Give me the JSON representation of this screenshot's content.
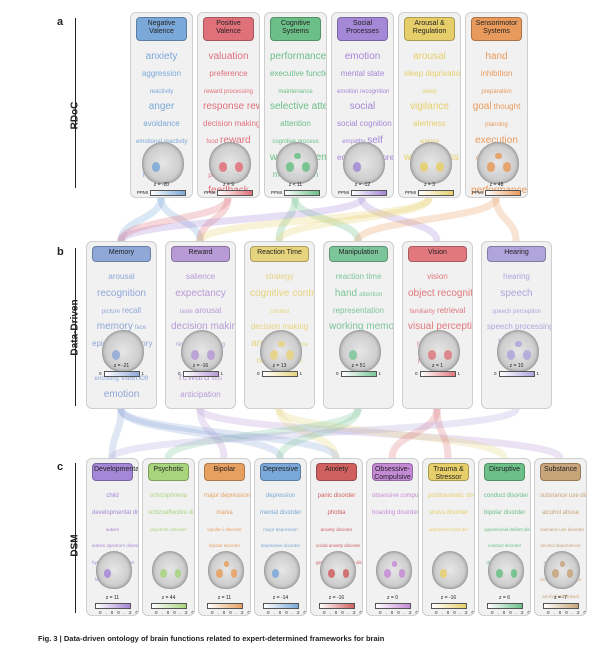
{
  "panels": {
    "a": "a",
    "b": "b",
    "c": "c"
  },
  "rows": {
    "a": "RDoC",
    "b": "Data-Driven",
    "c": "DSM"
  },
  "rdoc": [
    {
      "title": "Negative\nValence",
      "color": "#7aa8d8",
      "words": [
        "anxiety",
        "aggression",
        "reactivity",
        "anger",
        "avoidance",
        "emotional reactivity",
        "threat",
        "rumination"
      ],
      "z": "z = -20",
      "ppmi": "PPMI",
      "ticks": [
        "0.0",
        "0.3",
        "0.6"
      ]
    },
    {
      "title": "Positive\nValence",
      "color": "#e0707a",
      "words": [
        "valuation",
        "preference",
        "reward processing",
        "response reward",
        "decision making",
        "food",
        "reward",
        "avoidance",
        "prediction error",
        "feedback",
        "anticipation"
      ],
      "z": "z = 9",
      "ppmi": "PPMI",
      "ticks": [
        "0.0",
        "0.3",
        "0.6"
      ]
    },
    {
      "title": "Cognitive\nSystems",
      "color": "#6cbf88",
      "words": [
        "performance",
        "executive function",
        "maintenance",
        "selective attention",
        "attention",
        "cognitive process",
        "working memory",
        "manipulation"
      ],
      "z": "z < 11",
      "ppmi": "PPMI",
      "ticks": [
        "0.0",
        "0.3",
        "0.6"
      ]
    },
    {
      "title": "Social\nProcesses",
      "color": "#a487d6",
      "words": [
        "emotion",
        "mental state",
        "emotion recognition",
        "social",
        "social cognition",
        "empathy",
        "self",
        "emotional expression"
      ],
      "z": "z = -12",
      "ppmi": "PPMI",
      "ticks": [
        "0.0",
        "0.3",
        "0.6"
      ]
    },
    {
      "title": "Arousal &\nRegulation",
      "color": "#e6cf6a",
      "words": [
        "arousal",
        "sleep deprivation",
        "sleep",
        "vigilance",
        "alertness",
        "waking",
        "wakefulness"
      ],
      "z": "z = 3",
      "ppmi": "PPMI",
      "ticks": [
        "0.0",
        "0.3",
        "0.6"
      ]
    },
    {
      "title": "Sensorimotor\nSystems",
      "color": "#e89a5c",
      "words": [
        "hand",
        "inhibition",
        "preparation",
        "goal",
        "thought",
        "planning",
        "execution",
        "observation",
        "motor",
        "performance",
        "motor control"
      ],
      "z": "z = 48",
      "ppmi": "PPMI",
      "ticks": [
        "0.0",
        "0.3",
        "0.6"
      ]
    }
  ],
  "dd": [
    {
      "title": "Memory",
      "color": "#8fa8d8",
      "words": [
        "arousal",
        "recognition",
        "picture",
        "recall",
        "memory",
        "face",
        "episodic memory",
        "retrieval",
        "encoding",
        "valence",
        "emotion"
      ],
      "z": "z = -21",
      "ticks": [
        "0",
        "1"
      ]
    },
    {
      "title": "Reward",
      "color": "#b79ad6",
      "words": [
        "salience",
        "expectancy",
        "taste",
        "arousal",
        "decision making",
        "reward processing",
        "addiction",
        "reward",
        "loss",
        "anticipation"
      ],
      "z": "z = -16",
      "ticks": [
        "0",
        "1"
      ]
    },
    {
      "title": "Reaction Time",
      "color": "#e6d47e",
      "words": [
        "strategy",
        "cognitive control",
        "context",
        "decision making",
        "arousal",
        "salience",
        "reaction time"
      ],
      "z": "z = 13",
      "ticks": [
        "0",
        "1"
      ]
    },
    {
      "title": "Manipulation",
      "color": "#7cc59a",
      "words": [
        "reaction time",
        "hand",
        "attention",
        "representation",
        "working memory",
        "manipulation",
        "strategy"
      ],
      "z": "z = 51",
      "ticks": [
        "0",
        "1"
      ]
    },
    {
      "title": "Vision",
      "color": "#e0787e",
      "words": [
        "vision",
        "object recognition",
        "familiarity",
        "retrieval",
        "visual perception",
        "face perception",
        "recognition"
      ],
      "z": "z = 1",
      "ticks": [
        "0",
        "1"
      ]
    },
    {
      "title": "Hearing",
      "color": "#b0a4dc",
      "words": [
        "hearing",
        "speech",
        "speech perception",
        "speech processing",
        "listening"
      ],
      "z": "z = 10",
      "ticks": [
        "0",
        "1"
      ]
    }
  ],
  "dsm": [
    {
      "title": "Developmental",
      "color": "#a487d6",
      "words": [
        "child",
        "developmental disorder",
        "autism",
        "autism spectrum disorder",
        "hyperactivity disorder",
        "learning disability"
      ],
      "z": "z = 11",
      "ticks": [
        "0.0",
        "0.2",
        "0.4"
      ]
    },
    {
      "title": "Psychotic",
      "color": "#a8d47e",
      "words": [
        "schizophrenia",
        "schizoaffective disorder",
        "psychotic disorder"
      ],
      "z": "z = 44",
      "ticks": [
        "0.0",
        "0.2",
        "0.4"
      ]
    },
    {
      "title": "Bipolar",
      "color": "#e8a060",
      "words": [
        "major depression",
        "mania",
        "bipolar ii disorder",
        "bipolar disorder",
        "bipolar"
      ],
      "z": "z = 11",
      "ticks": [
        "0.0",
        "0.2",
        "0.4"
      ]
    },
    {
      "title": "Depressive",
      "color": "#7aa8d8",
      "words": [
        "depression",
        "mental disorder",
        "major depression",
        "depressive disorder"
      ],
      "z": "z = -14",
      "ticks": [
        "0.0",
        "0.2",
        "0.4"
      ]
    },
    {
      "title": "Anxiety",
      "color": "#d06060",
      "words": [
        "panic disorder",
        "phobia",
        "anxiety disorder",
        "social anxiety disorder",
        "generalized anxiety disorder"
      ],
      "z": "z = -16",
      "ticks": [
        "0.0",
        "0.2",
        "0.4"
      ]
    },
    {
      "title": "Obsessive-\nCompulsive",
      "color": "#c58ad6",
      "words": [
        "obsessive compulsive disorder",
        "hoarding disorder"
      ],
      "z": "z = 0",
      "ticks": [
        "0.0",
        "0.2",
        "0.4"
      ]
    },
    {
      "title": "Trauma &\nStressor",
      "color": "#e6cf6a",
      "words": [
        "posttraumatic stress disorder",
        "stress disorder",
        "adjustment disorder"
      ],
      "z": "z = -16",
      "ticks": [
        "0.0",
        "0.2",
        "0.4"
      ]
    },
    {
      "title": "Disruptive",
      "color": "#6cbf88",
      "words": [
        "conduct disorder",
        "bipolar disorder",
        "oppositional defiant disorder",
        "conduct disorder",
        "disruptive disorder"
      ],
      "z": "z = 6",
      "ticks": [
        "0.0",
        "0.2",
        "0.4"
      ]
    },
    {
      "title": "Substance",
      "color": "#c8a47a",
      "words": [
        "substance use disorder",
        "alcohol abuse",
        "cannabis use disorder",
        "alcohol dependence",
        "substance abuse",
        "nicotine dependence",
        "alcohol withdrawal"
      ],
      "z": "z = -7",
      "ticks": [
        "0.0",
        "0.2",
        "0.4"
      ]
    }
  ],
  "caption": "Fig. 3 | Data-driven ontology of brain functions related to expert-determined frameworks for brain"
}
